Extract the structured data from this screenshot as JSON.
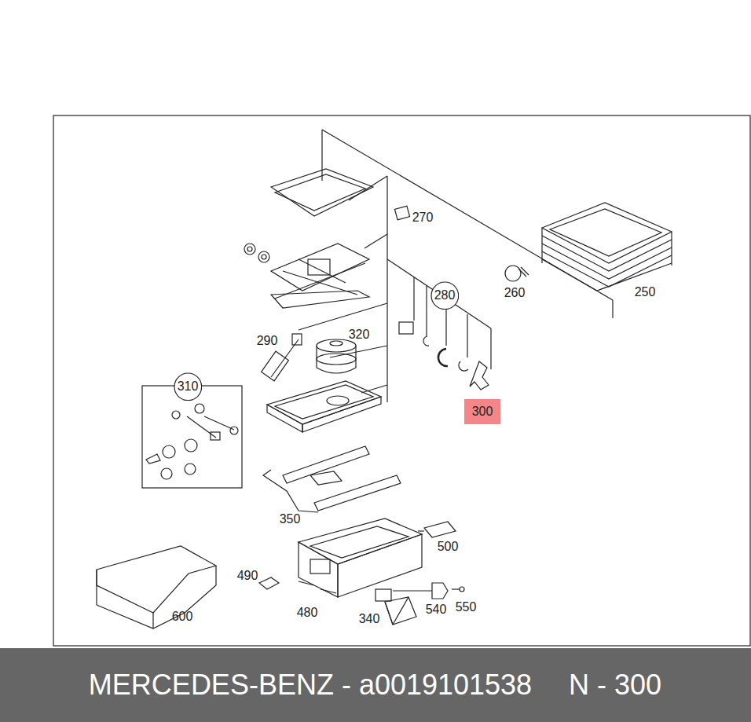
{
  "diagram": {
    "nodes": [
      {
        "text": [
          "280"
        ]
      },
      {
        "text": [
          "310"
        ]
      },
      {
        "text": [
          "300"
        ]
      },
      {
        "text": [
          "MERCEDES-BENZ - a0019101538",
          "N - 300"
        ]
      }
    ],
    "labels": [
      "270",
      "260",
      "250",
      "290",
      "320",
      "350",
      "500",
      "490",
      "480",
      "600",
      "340",
      "540",
      "550"
    ]
  }
}
